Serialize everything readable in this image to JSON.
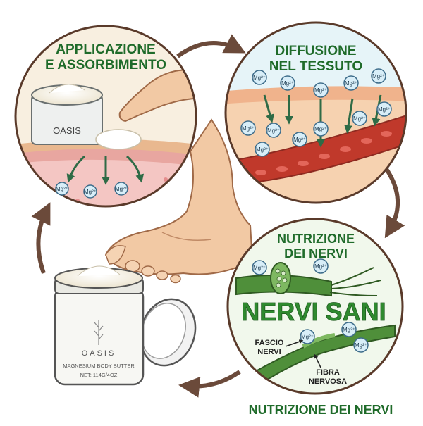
{
  "panels": {
    "application": {
      "title_lines": [
        "APPLICAZIONE",
        "E ASSORBIMENTO"
      ],
      "jar_label": "OASIS"
    },
    "diffusion": {
      "title_lines": [
        "DIFFUSIONE",
        "NEL TESSUTO"
      ]
    },
    "nutrition": {
      "title_lines": [
        "NUTRIZIONE",
        "DEI NERVI"
      ],
      "headline": "NERVI SANI",
      "label_fascio": [
        "FASCIO",
        "NERVI"
      ],
      "label_fibra": [
        "FIBRA",
        "NERVOSA"
      ]
    }
  },
  "ion_label": "Mg²⁺",
  "product": {
    "brand": "OASIS",
    "name": "MAGNESIUM BODY BUTTER",
    "net": "NET: 114G/4OZ"
  },
  "bottom_caption": "NUTRIZIONE DEI NERVI",
  "colors": {
    "title_green": "#1f6b2a",
    "headline_green": "#2f8a2f",
    "ion_fill": "#d8eef8",
    "ion_stroke": "#3d6c8a",
    "arrow_green": "#2e6b46",
    "cycle_arrow": "#6b4a3a",
    "skin": "#f2c9a4",
    "blood_vessel": "#c0392b",
    "nerve": "#4f8f3a"
  }
}
